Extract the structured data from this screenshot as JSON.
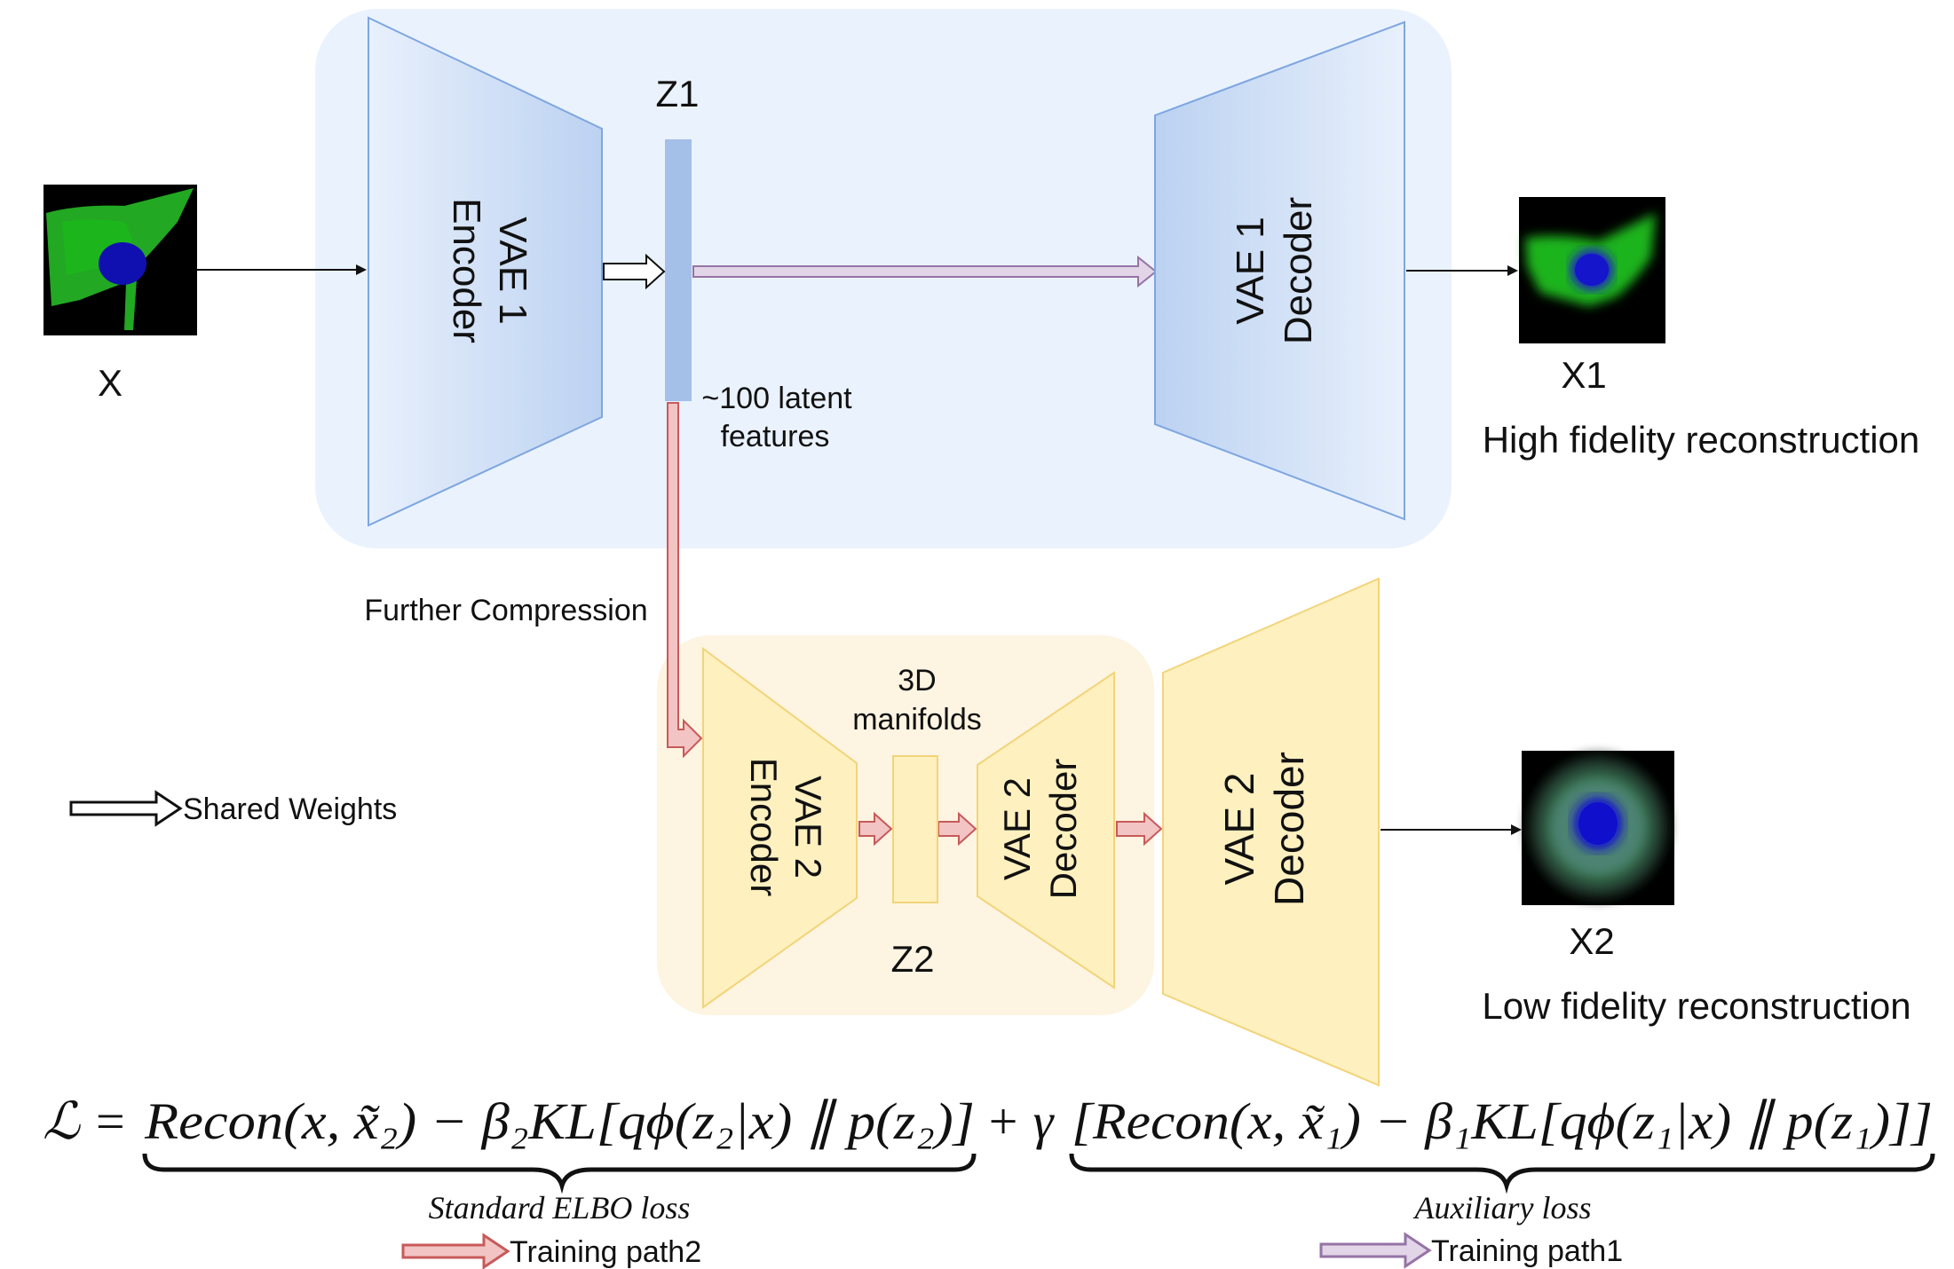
{
  "inputs": {
    "x_label": "X",
    "z1_label": "Z1",
    "z2_label": "Z2",
    "x1_label": "X1",
    "x2_label": "X2"
  },
  "vae1": {
    "encoder_line1": "VAE 1",
    "encoder_line2": "Encoder",
    "decoder_line1": "VAE 1",
    "decoder_line2": "Decoder",
    "latent_line1": "~100 latent",
    "latent_line2": "features"
  },
  "vae2": {
    "encoder_line1": "VAE 2",
    "encoder_line2": "Encoder",
    "decoder_line1": "VAE 2",
    "decoder_line2": "Decoder",
    "big_decoder_line1": "VAE 2",
    "big_decoder_line2": "Decoder",
    "manifold_line1": "3D",
    "manifold_line2": "manifolds"
  },
  "annotations": {
    "further_compression": "Further Compression",
    "shared_weights": "Shared Weights",
    "high_fidelity": "High fidelity reconstruction",
    "low_fidelity": "Low fidelity reconstruction"
  },
  "formula": {
    "lhs": "ℒ =",
    "term1": "Recon(x, x̃₂) − β₂KL[qϕ(z₂|x) ∥ p(z₂)]",
    "plus_gamma": "+ γ",
    "term2": "[Recon(x, x̃₁) − β₁KL[qϕ(z₁|x) ∥ p(z₁)]]",
    "brace1_label": "Standard ELBO loss",
    "brace2_label": "Auxiliary loss"
  },
  "legend": {
    "path2_label": "Training path2",
    "path1_label": "Training path1"
  },
  "colors": {
    "vae1_bg": "#eaf2fd",
    "vae1_shape": "#c6d9f3",
    "vae1_stroke": "#7ea6e0",
    "latent_bar": "#a4bfe8",
    "vae2_bg": "#fdf4e1",
    "vae2_shape": "#fff0bf",
    "vae2_stroke": "#f2d47a",
    "red_arrow": "#f2c4c4",
    "red_arrow_stroke": "#c85a5a",
    "purple_arrow": "#e1d5e7",
    "purple_arrow_stroke": "#9673a6",
    "green_cell": "#22b022",
    "blue_nucleus": "#1010c0"
  }
}
